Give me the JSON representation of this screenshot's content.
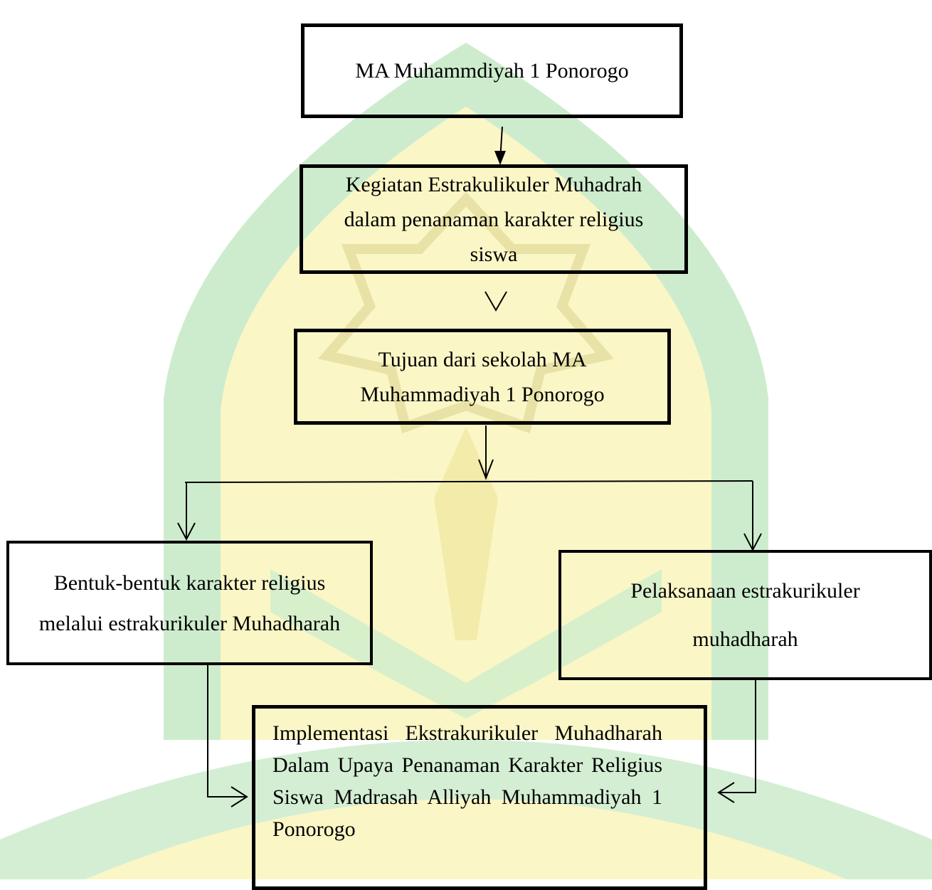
{
  "watermark": {
    "colors": {
      "green": "#cdeccd",
      "yellow": "#fbf6c6",
      "dark_green": "#bfe3bf"
    }
  },
  "nodes": {
    "school": "MA Muhammdiyah 1 Ponorogo",
    "activity": "Kegiatan Estrakulikuler Muhadrah dalam penanaman karakter religius siswa",
    "goal": "Tujuan dari sekolah MA Muhammadiyah 1 Ponorogo",
    "forms": "Bentuk-bentuk karakter religius melalui estrakurikuler Muhadharah",
    "execution": "Pelaksanaan estrakurikuler muhadharah",
    "implementation": "Implementasi Ekstrakurikuler Muhadharah Dalam Upaya Penanaman Karakter Religius Siswa Madrasah Alliyah Muhammadiyah 1 Ponorogo"
  },
  "edges": [
    {
      "from": "school",
      "to": "activity"
    },
    {
      "from": "activity",
      "to": "goal"
    },
    {
      "from": "goal",
      "to": "forms"
    },
    {
      "from": "goal",
      "to": "execution"
    },
    {
      "from": "forms",
      "to": "implementation"
    },
    {
      "from": "execution",
      "to": "implementation"
    }
  ]
}
